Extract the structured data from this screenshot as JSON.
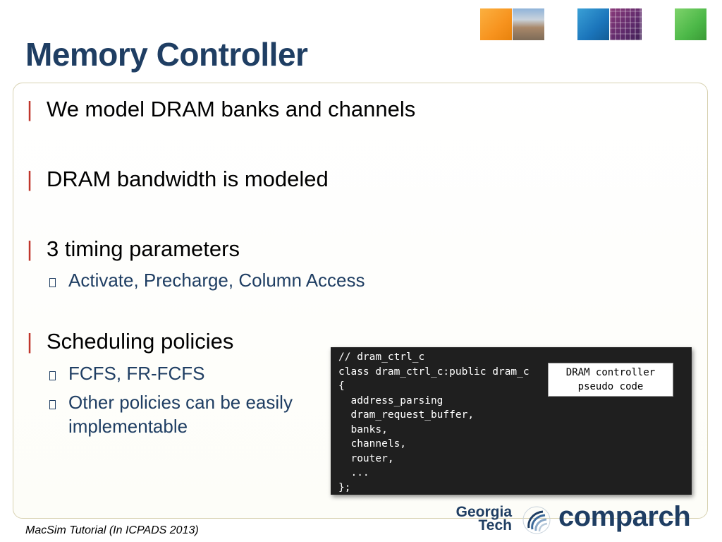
{
  "slide": {
    "title": "Memory Controller",
    "bullets": [
      {
        "text": "We model DRAM banks and channels"
      },
      {
        "text": "DRAM bandwidth is modeled"
      },
      {
        "text": "3 timing parameters",
        "subs": [
          "Activate, Precharge, Column Access"
        ]
      },
      {
        "text": "Scheduling policies",
        "subs": [
          "FCFS, FR-FCFS",
          "Other policies can be easily",
          "implementable"
        ]
      }
    ],
    "code_lines": [
      "// dram_ctrl_c",
      "class dram_ctrl_c:public dram_c",
      "{",
      "  address_parsing",
      "  dram_request_buffer,",
      "  banks,",
      "  channels,",
      "  router,",
      "  ...",
      "};"
    ],
    "callout": {
      "line1": "DRAM controller",
      "line2": "pseudo code"
    },
    "footer": "MacSim Tutorial (In ICPADS 2013)",
    "logos": {
      "gt_line1": "Georgia",
      "gt_line2": "Tech",
      "comparch": "comparch"
    },
    "colors": {
      "title": "#1f3e63",
      "bullet_bar": "#c0362c",
      "sub_text": "#1f3e63",
      "code_bg": "#1f1f1f"
    }
  }
}
